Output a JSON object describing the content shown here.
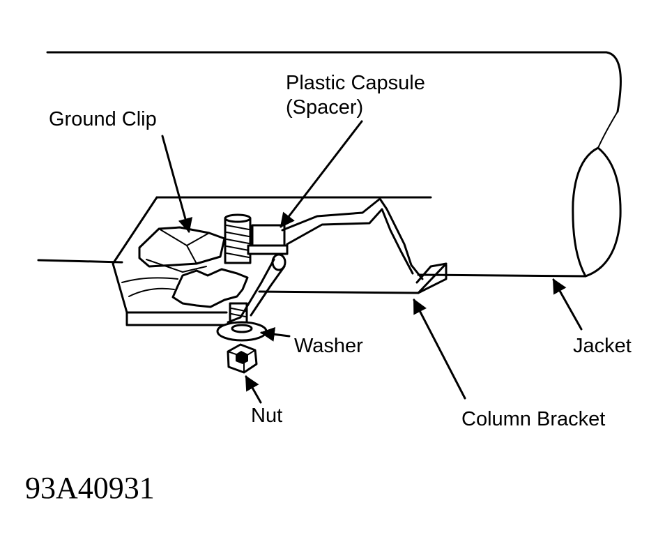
{
  "labels": {
    "plastic_capsule_line1": "Plastic Capsule",
    "plastic_capsule_line2": "(Spacer)",
    "ground_clip": "Ground Clip",
    "washer": "Washer",
    "jacket": "Jacket",
    "nut": "Nut",
    "column_bracket": "Column Bracket"
  },
  "figure_code": "93A40931"
}
